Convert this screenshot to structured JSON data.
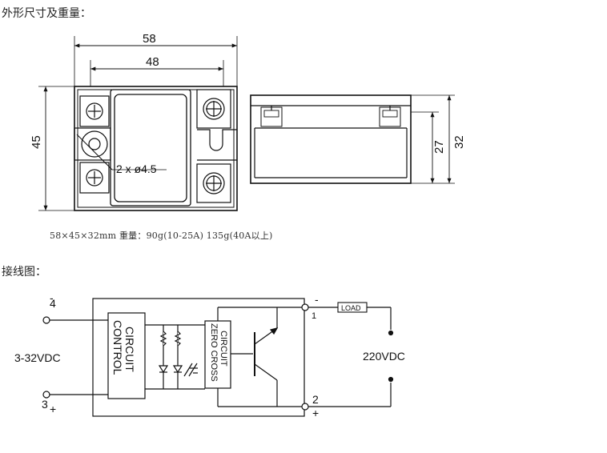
{
  "headings": {
    "dimensions": "外形尺寸及重量：",
    "wiring": "接线图："
  },
  "spec_line": "58×45×32mm   重量：90g(10-25A) 135g(40A以上)",
  "top_view": {
    "width_outer": "58",
    "width_inner": "48",
    "height": "45",
    "holes": "2 x ø4.5"
  },
  "side_view": {
    "height_inner": "27",
    "height_outer": "32"
  },
  "wiring": {
    "input_neg_terminal": "4",
    "input_neg_sign": "-",
    "input_pos_terminal": "3",
    "input_pos_sign": "+",
    "input_voltage": "3-32VDC",
    "control_label_1": "CONTROL",
    "control_label_2": "CIRCUIT",
    "zero_label_1": "ZERO CROSS",
    "zero_label_2": "CIRCUIT",
    "out1_terminal": "1",
    "out1_sign": "-",
    "out2_terminal": "2",
    "out2_sign": "+",
    "load_label": "LOAD",
    "output_voltage": "220VDC"
  }
}
